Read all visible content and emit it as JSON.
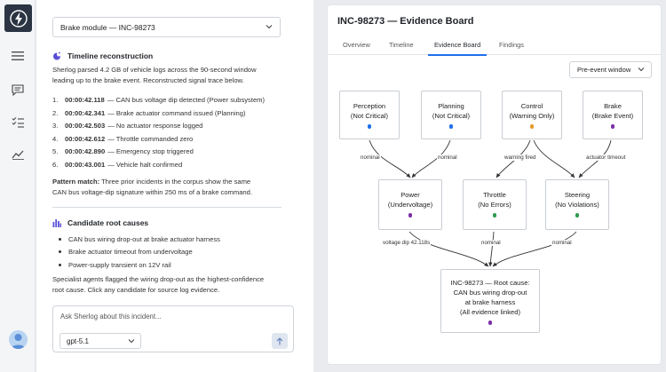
{
  "colors": {
    "blue": "#1f6feb",
    "orange": "#e69a28",
    "purple": "#7b2fa8",
    "green": "#2e9b4f"
  },
  "rail": {
    "logo_icon": "lightning-bolt-icon",
    "buttons": [
      "menu-icon",
      "chat-icon",
      "checklist-icon",
      "trend-chart-icon"
    ]
  },
  "chat": {
    "module_select": "Brake module — INC-98273",
    "timeline_title": "Timeline reconstruction",
    "intro_line1": "Sherlog parsed 4.2 GB of vehicle logs across the 90-second window",
    "intro_line2": "leading up to the brake event. Reconstructed signal trace below.",
    "steps": [
      {
        "n": "1.",
        "time": "00:00:42.118",
        "text": "— CAN bus voltage dip detected (Power subsystem)"
      },
      {
        "n": "2.",
        "time": "00:00:42.341",
        "text": "— Brake actuator command issued (Planning)"
      },
      {
        "n": "3.",
        "time": "00:00:42.503",
        "text": "— No actuator response logged"
      },
      {
        "n": "4.",
        "time": "00:00:42.612",
        "text": "— Throttle commanded zero"
      },
      {
        "n": "5.",
        "time": "00:00:42.890",
        "text": "— Emergency stop triggered"
      },
      {
        "n": "6.",
        "time": "00:00:43.001",
        "text": "— Vehicle halt confirmed"
      }
    ],
    "pattern_label": "Pattern match:",
    "pattern_line1": " Three prior incidents in the corpus show the same",
    "pattern_line2": "CAN bus voltage-dip signature within 250 ms of a brake command.",
    "causes_title": "Candidate root causes",
    "causes": [
      "CAN bus wiring drop-out at brake actuator harness",
      "Brake actuator timeout from undervoltage",
      "Power-supply transient on 12V rail"
    ],
    "summary_line1": "Specialist agents flagged the wiring drop-out as the highest-confidence",
    "summary_line2": "root cause. Click any candidate for source log evidence.",
    "composer_placeholder": "Ask Sherlog about this incident...",
    "model": "gpt-5.1"
  },
  "board": {
    "title": "INC-98273 — Evidence Board",
    "tabs": [
      "Overview",
      "Timeline",
      "Evidence Board",
      "Findings"
    ],
    "active_tab": "Evidence Board",
    "window_select": "Pre-event window",
    "nodes": {
      "perception": {
        "line1": "Perception",
        "line2": "(Not Critical)"
      },
      "planning": {
        "line1": "Planning",
        "line2": "(Not Critical)"
      },
      "control": {
        "line1": "Control",
        "line2": "(Warning Only)"
      },
      "brake": {
        "line1": "Brake",
        "line2": "(Brake Event)"
      },
      "power": {
        "line1": "Power",
        "line2": "(Undervoltage)"
      },
      "throttle": {
        "line1": "Throttle",
        "line2": "(No Errors)"
      },
      "steering": {
        "line1": "Steering",
        "line2": "(No Violations)"
      },
      "root": {
        "line1": "INC-98273 — Root cause:",
        "line2": "CAN bus wiring drop-out",
        "line3": "at brake harness",
        "line4": "(All evidence linked)"
      }
    },
    "edge_labels": {
      "perception_power": "nominal",
      "planning_power": "nominal",
      "control_throttle": "warning fired",
      "brake_steering": "actuator timeout",
      "power_root": "voltage dip 42.118s",
      "throttle_root": "nominal",
      "steering_root": "nominal"
    }
  }
}
